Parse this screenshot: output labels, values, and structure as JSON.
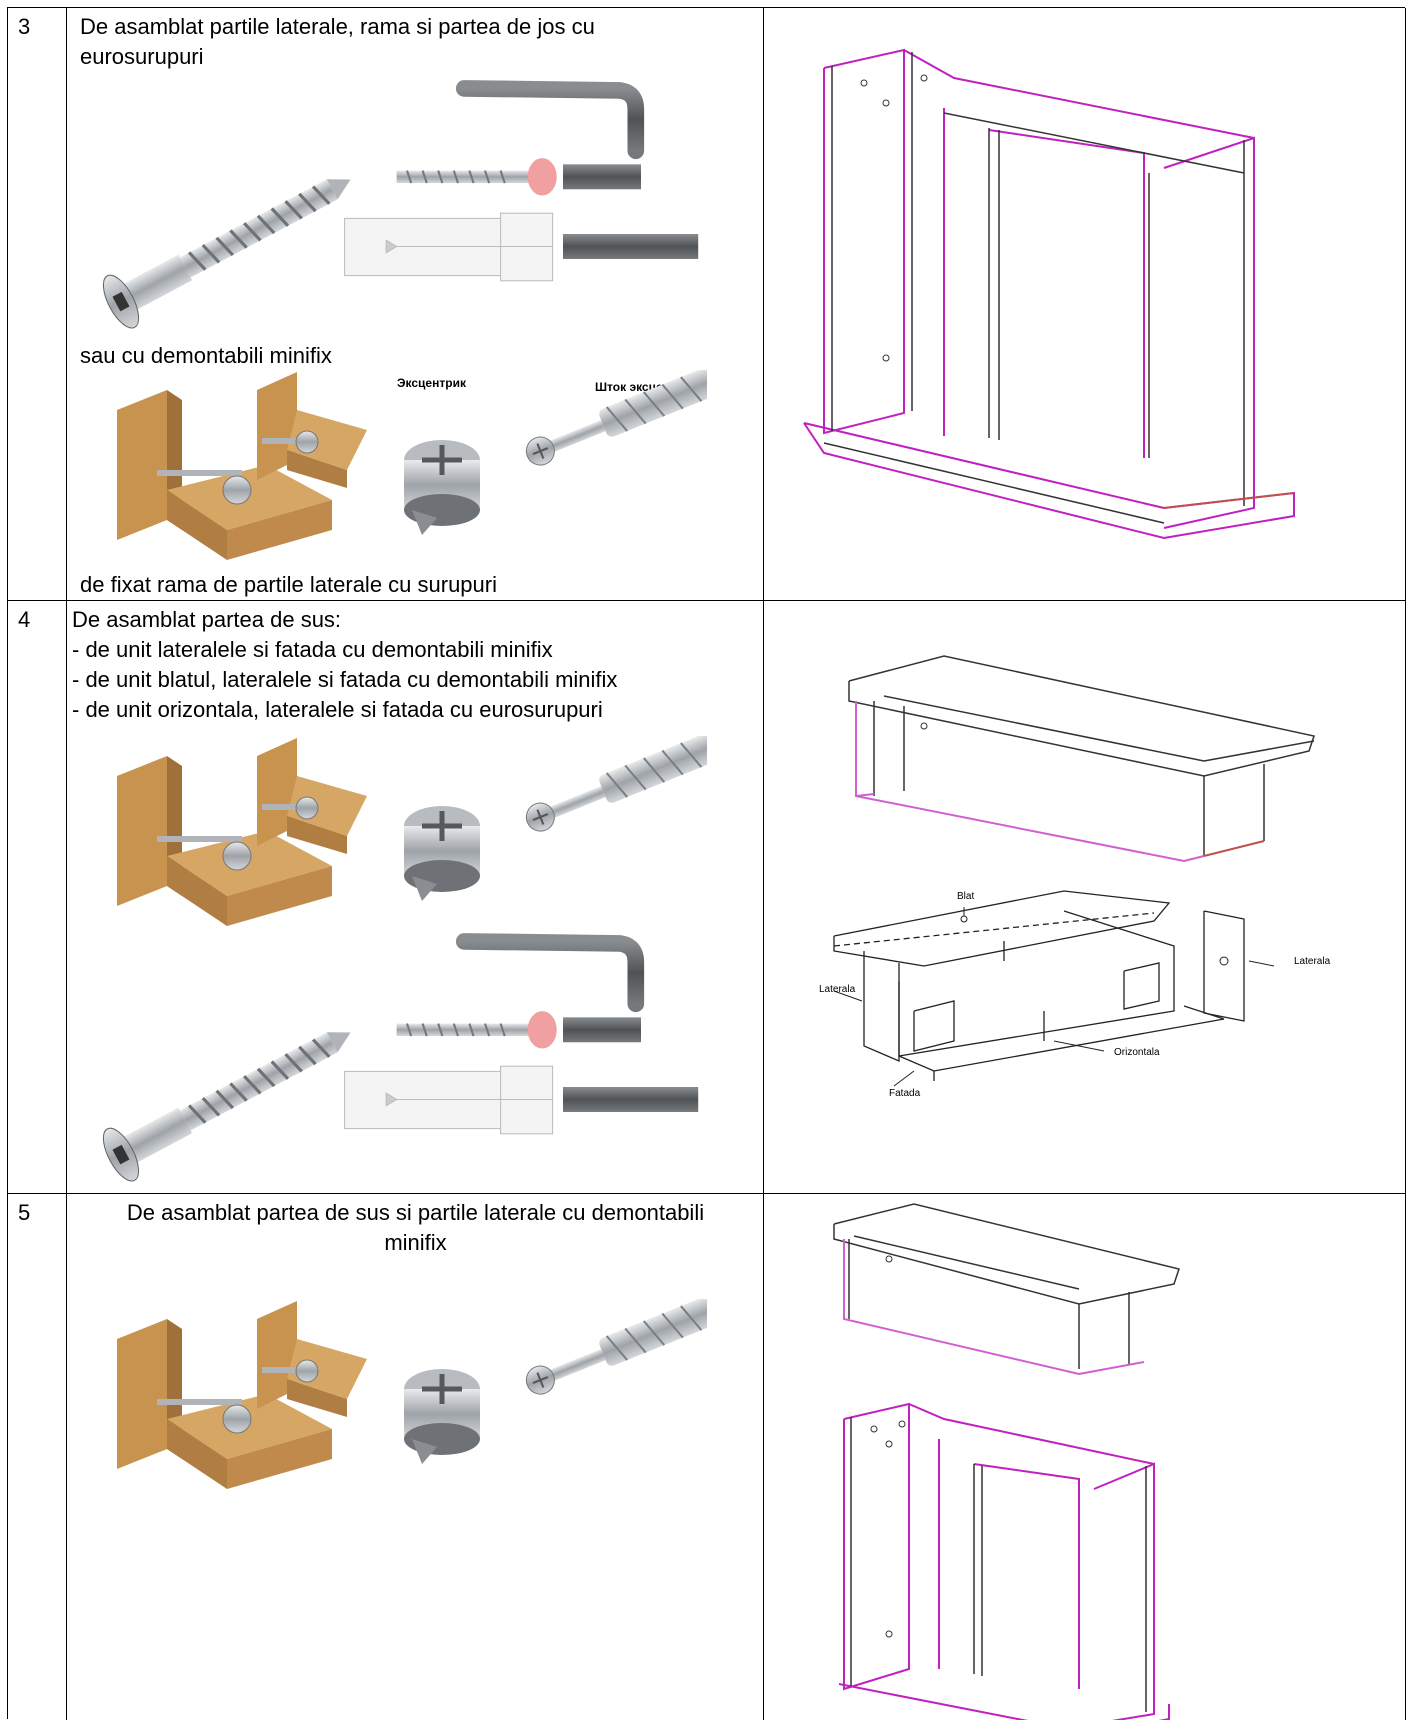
{
  "rows": [
    {
      "number": "3",
      "line1": "De asamblat partile laterale, rama si partea de jos cu",
      "line2": "eurosurupuri",
      "alt_label": "sau cu demontabili minifix",
      "eccentric_label": "Эксцентрик",
      "stem_label": "Шток эксцентрика",
      "footer": "de fixat rama de partile laterale cu surupuri"
    },
    {
      "number": "4",
      "heading": "De asamblat partea de sus:",
      "steps": [
        "- de unit lateralele si fatada cu demontabili minifix",
        "- de unit blatul, lateralele si fatada cu demontabili minifix",
        "- de unit orizontala, lateralele si fatada cu eurosurupuri"
      ],
      "diagram_labels": {
        "blat": "Blat",
        "laterala_left": "Laterala",
        "laterala_right": "Laterala",
        "orizontala": "Orizontala",
        "fatada": "Fatada"
      }
    },
    {
      "number": "5",
      "line1": "De asamblat partea de sus si partile laterale cu demontabili",
      "line2": "minifix"
    }
  ],
  "colors": {
    "magenta": "#c020c0",
    "wood": "#c8934e",
    "wood_dark": "#a0703a",
    "metal": "#a8acb0",
    "red": "#c0504d"
  }
}
